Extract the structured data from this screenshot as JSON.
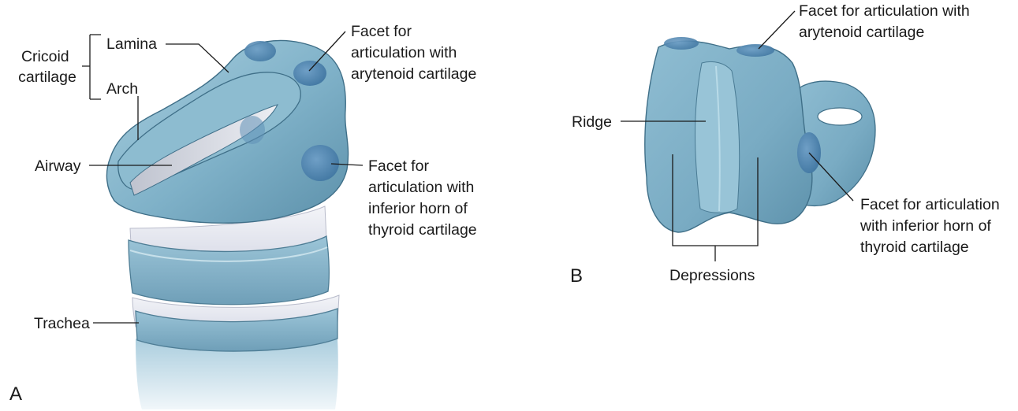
{
  "figure": {
    "panel_a": {
      "letter": "A",
      "group_label_lines": [
        "Cricoid",
        "cartilage"
      ],
      "lamina": "Lamina",
      "arch": "Arch",
      "airway": "Airway",
      "trachea": "Trachea",
      "facet_arytenoid_lines": [
        "Facet for",
        "articulation with",
        "arytenoid cartilage"
      ],
      "facet_thyroid_lines": [
        "Facet for",
        "articulation with",
        "inferior horn of",
        "thyroid cartilage"
      ]
    },
    "panel_b": {
      "letter": "B",
      "ridge": "Ridge",
      "depressions": "Depressions",
      "facet_arytenoid_lines": [
        "Facet for articulation with",
        "arytenoid cartilage"
      ],
      "facet_thyroid_lines": [
        "Facet for articulation",
        "with inferior horn of",
        "thyroid cartilage"
      ]
    }
  },
  "colors": {
    "cartilage": "#7fb1c8",
    "cartilage_light": "#a9cfdf",
    "cartilage_dark": "#5c90aa",
    "facet": "#4f86b0",
    "tracheal_ligament": "#e4e6ef"
  }
}
